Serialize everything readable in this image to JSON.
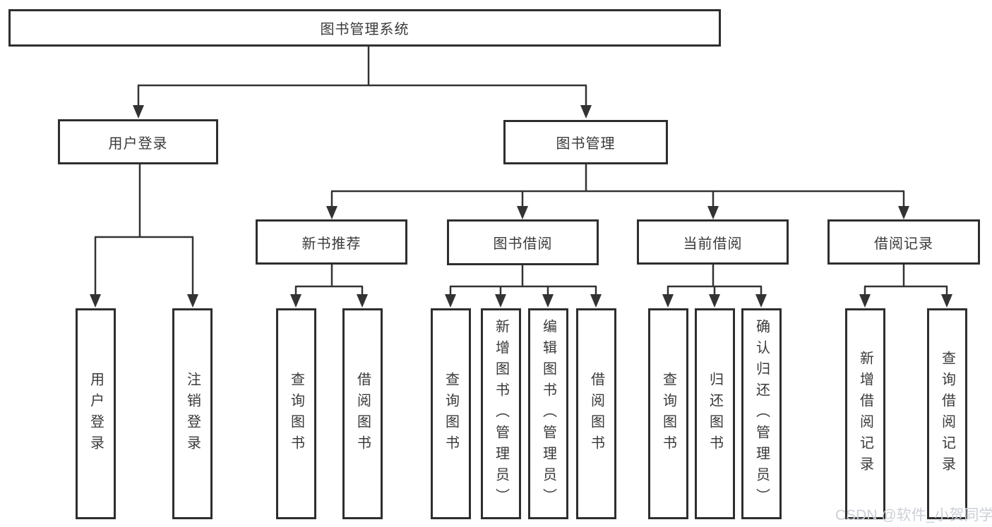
{
  "diagram": {
    "root": {
      "label": "图书管理系统",
      "children": [
        {
          "label": "用户登录",
          "children": [
            {
              "label": "用户登录"
            },
            {
              "label": "注销登录"
            }
          ]
        },
        {
          "label": "图书管理",
          "children": [
            {
              "label": "新书推荐",
              "children": [
                {
                  "label": "查询图书"
                },
                {
                  "label": "借阅图书"
                }
              ]
            },
            {
              "label": "图书借阅",
              "children": [
                {
                  "label": "查询图书"
                },
                {
                  "label": "新增图书（管理员）"
                },
                {
                  "label": "编辑图书（管理员）"
                },
                {
                  "label": "借阅图书"
                }
              ]
            },
            {
              "label": "当前借阅",
              "children": [
                {
                  "label": "查询图书"
                },
                {
                  "label": "归还图书"
                },
                {
                  "label": "确认归还（管理员）"
                }
              ]
            },
            {
              "label": "借阅记录",
              "children": [
                {
                  "label": "新增借阅记录"
                },
                {
                  "label": "查询借阅记录"
                }
              ]
            }
          ]
        }
      ]
    }
  },
  "watermark": {
    "text": "CSDN @软件_小贺同学"
  },
  "colors": {
    "line": "#333333",
    "border": "#2e2e2e",
    "text": "#3a3a3a",
    "background": "#ffffff",
    "watermark": "#ccd0d6"
  }
}
